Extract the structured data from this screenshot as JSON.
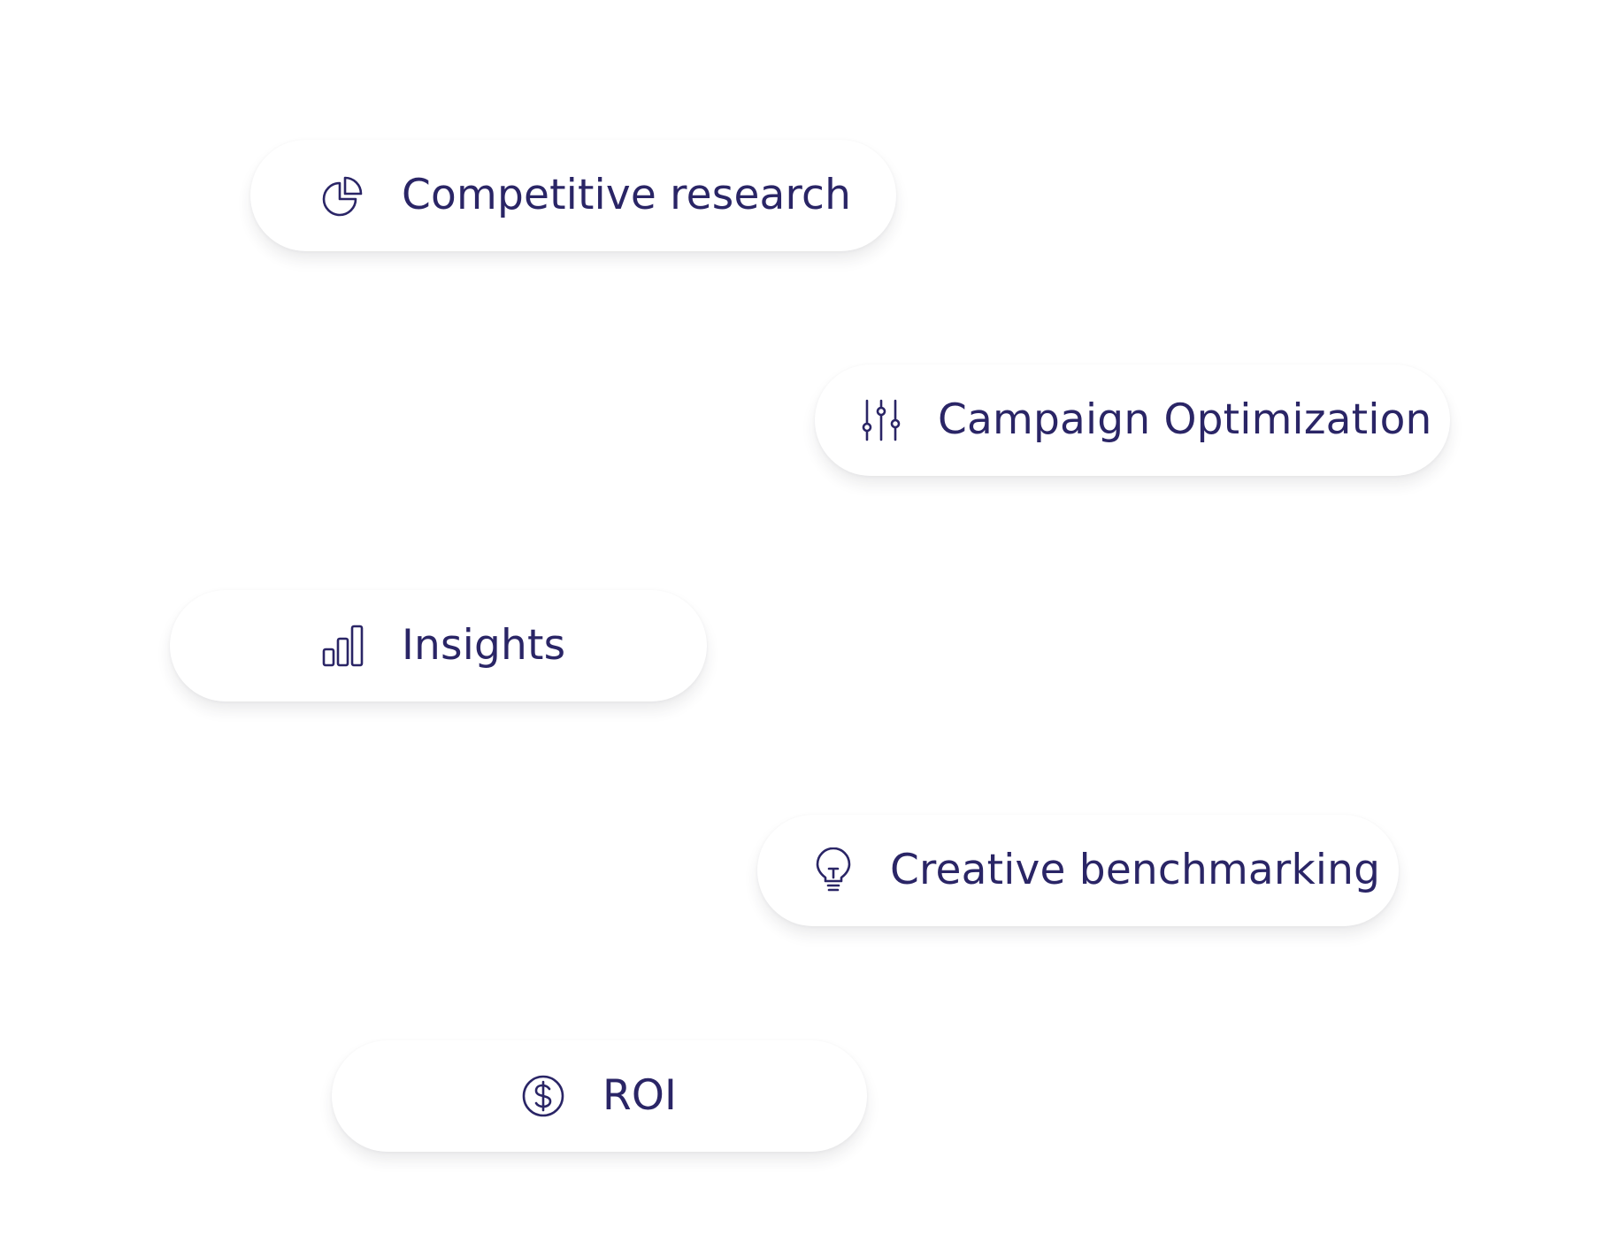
{
  "accent_color": "#2a2566",
  "features": [
    {
      "label": "Competitive research",
      "icon": "pie-chart-icon"
    },
    {
      "label": "Campaign Optimization",
      "icon": "sliders-icon"
    },
    {
      "label": "Insights",
      "icon": "bar-chart-icon"
    },
    {
      "label": "Creative benchmarking",
      "icon": "lightbulb-icon"
    },
    {
      "label": "ROI",
      "icon": "dollar-circle-icon"
    }
  ]
}
